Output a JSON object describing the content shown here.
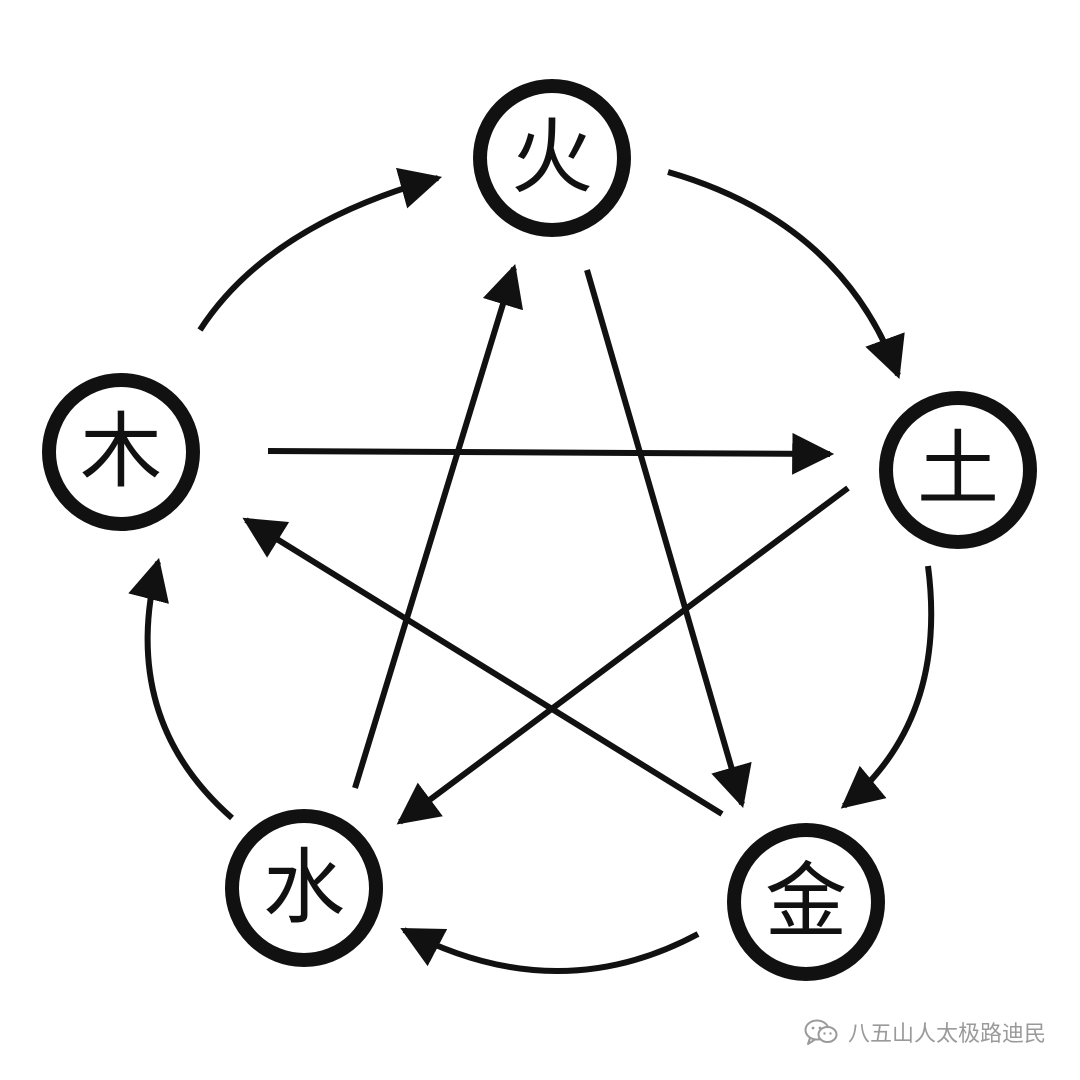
{
  "diagram": {
    "nodes": [
      {
        "id": "fire",
        "label": "火"
      },
      {
        "id": "earth",
        "label": "土"
      },
      {
        "id": "metal",
        "label": "金"
      },
      {
        "id": "water",
        "label": "水"
      },
      {
        "id": "wood",
        "label": "木"
      }
    ],
    "cycle_edges": [
      {
        "from": "wood",
        "to": "fire"
      },
      {
        "from": "fire",
        "to": "earth"
      },
      {
        "from": "earth",
        "to": "metal"
      },
      {
        "from": "metal",
        "to": "water"
      },
      {
        "from": "water",
        "to": "wood"
      }
    ],
    "star_edges": [
      {
        "from": "wood",
        "to": "earth"
      },
      {
        "from": "earth",
        "to": "water"
      },
      {
        "from": "water",
        "to": "fire"
      },
      {
        "from": "fire",
        "to": "metal"
      },
      {
        "from": "metal",
        "to": "wood"
      }
    ],
    "colors": {
      "stroke": "#111111",
      "background": "#ffffff",
      "watermark": "#9a9a9a"
    }
  },
  "watermark": {
    "icon": "wechat-icon",
    "text": "八五山人太极路迪民"
  }
}
